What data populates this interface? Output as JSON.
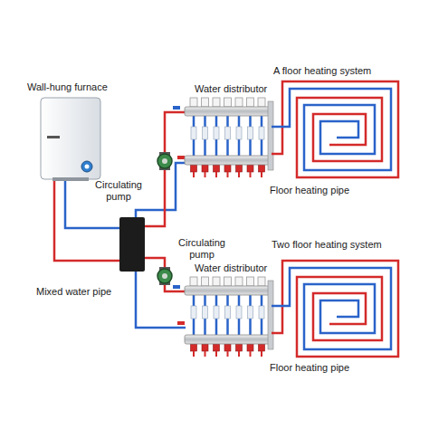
{
  "diagram": {
    "labels": [
      "Wall-hung furnace",
      "A floor heating system",
      "Water distributor",
      "Circulating pump",
      "Floor heating pipe",
      "Mixed water pipe",
      "Circulating pump",
      "Two floor heating system",
      "Water distributor",
      "Floor heating pipe"
    ]
  }
}
